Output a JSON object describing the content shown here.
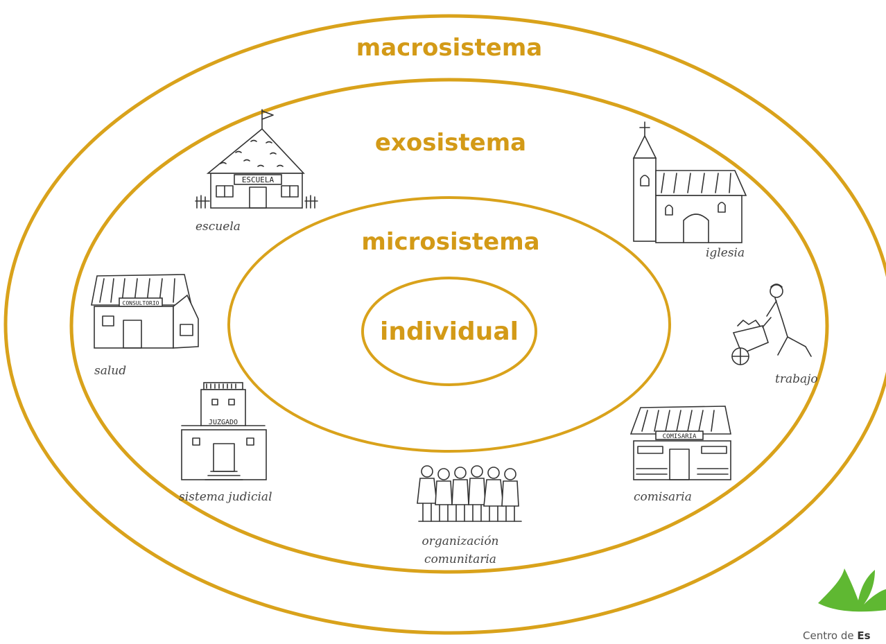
{
  "levels": {
    "macro": "macrosistema",
    "exo": "exosistema",
    "micro": "microsistema",
    "individual": "individual"
  },
  "institutions": {
    "escuela": "escuela",
    "escuela_sign": "ESCUELA",
    "iglesia": "iglesia",
    "salud": "salud",
    "salud_sign": "CONSULTORIO",
    "trabajo": "trabajo",
    "sistema_judicial": "sistema judicial",
    "juzgado_sign": "JUZGADO",
    "comisaria": "comisaria",
    "comisaria_sign": "COMISARIA",
    "organizacion_line1": "organización",
    "organizacion_line2": "comunitaria"
  },
  "logo": {
    "text_prefix": "Centro de ",
    "text_bold": "Es"
  },
  "colors": {
    "ring": "#d9a21b",
    "title": "#d39a17",
    "logo_green": "#5fb832"
  }
}
